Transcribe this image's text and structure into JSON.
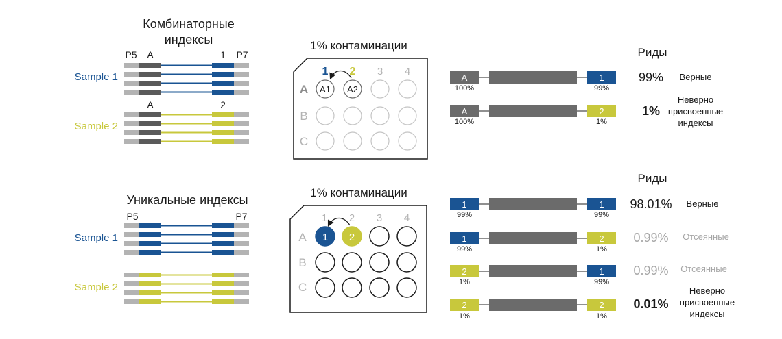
{
  "colors": {
    "blue": "#1a5493",
    "yellow": "#c8c83c",
    "dark_gray": "#5a5a5a",
    "light_gray": "#b3b3b3",
    "read_gray": "#6b6b6b",
    "muted_text": "#a6a6a6",
    "text": "#1a1a1a"
  },
  "top": {
    "title_line1": "Комбинаторные",
    "title_line2": "индексы",
    "p5": "P5",
    "p7": "P7",
    "sample1_i5": "A",
    "sample1_i7": "1",
    "sample2_i5": "A",
    "sample2_i7": "2",
    "sample1_label": "Sample 1",
    "sample2_label": "Sample 2",
    "plate_title": "1% контаминации",
    "plate_cols": [
      "1",
      "2",
      "3",
      "4"
    ],
    "plate_rows": [
      "A",
      "B",
      "C"
    ],
    "well_a1": "A1",
    "well_a2": "A2",
    "reads_header": "Риды",
    "reads": [
      {
        "left": "A",
        "left_pct": "100%",
        "right": "1",
        "right_pct": "99%",
        "value": "99%",
        "desc": "Верные"
      },
      {
        "left": "A",
        "left_pct": "100%",
        "right": "2",
        "right_pct": "1%",
        "value": "1%",
        "desc_line1": "Неверно",
        "desc_line2": "присвоенные",
        "desc_line3": "индексы"
      }
    ]
  },
  "bottom": {
    "title": "Уникальные индексы",
    "p5": "P5",
    "p7": "P7",
    "sample1_label": "Sample 1",
    "sample2_label": "Sample 2",
    "plate_title": "1% контаминации",
    "plate_cols": [
      "1",
      "2",
      "3",
      "4"
    ],
    "plate_rows": [
      "A",
      "B",
      "C"
    ],
    "well_1": "1",
    "well_2": "2",
    "reads_header": "Риды",
    "reads": [
      {
        "left": "1",
        "left_pct": "99%",
        "right": "1",
        "right_pct": "99%",
        "value": "98.01%",
        "desc": "Верные"
      },
      {
        "left": "1",
        "left_pct": "99%",
        "right": "2",
        "right_pct": "1%",
        "value": "0.99%",
        "desc": "Отсеянные"
      },
      {
        "left": "2",
        "left_pct": "1%",
        "right": "1",
        "right_pct": "99%",
        "value": "0.99%",
        "desc": "Отсеянные"
      },
      {
        "left": "2",
        "left_pct": "1%",
        "right": "2",
        "right_pct": "1%",
        "value": "0.01%",
        "desc_line1": "Неверно",
        "desc_line2": "присвоенные",
        "desc_line3": "индексы"
      }
    ]
  }
}
